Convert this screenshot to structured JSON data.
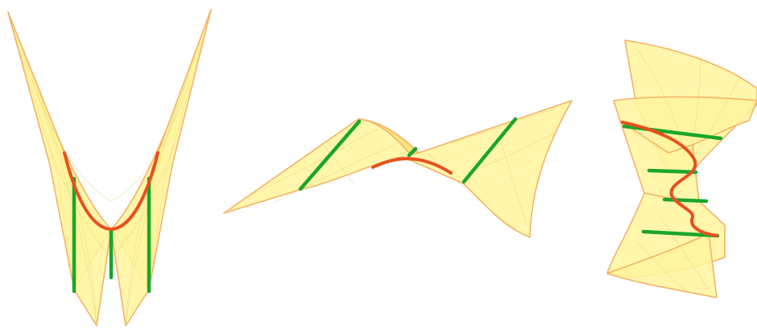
{
  "colors": {
    "background": "#ffffff",
    "surface_fill": "#fff59d",
    "surface_edge": "#f4b366",
    "surface_shade": "#f7e27a",
    "grid": "#e8cf7a",
    "ruling_line": "#1aa62a",
    "curve": "#e8501e"
  },
  "figures": [
    {
      "name": "parabolic-v-surface",
      "ruling_count": 3,
      "curve": "parabola"
    },
    {
      "name": "saddle-surface",
      "ruling_count": 3,
      "curve": "arc"
    },
    {
      "name": "helicoid-surface",
      "ruling_count": 4,
      "curve": "helix"
    }
  ]
}
